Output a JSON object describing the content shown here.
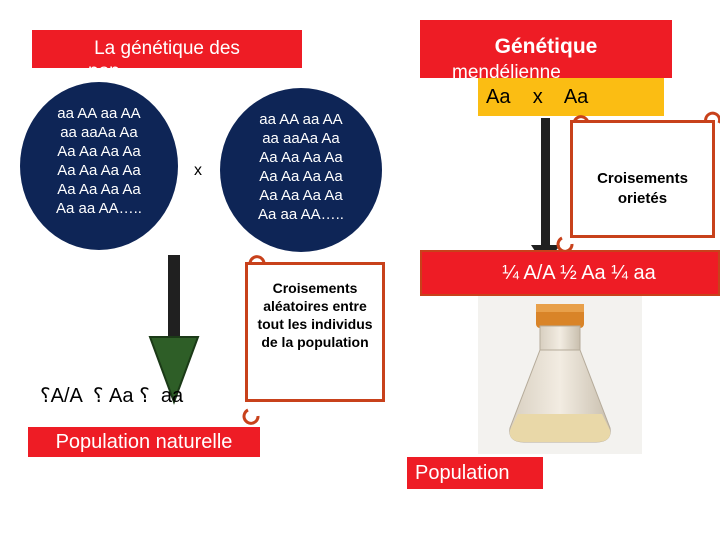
{
  "left_title": {
    "text": "La génétique des",
    "overflow": "pop"
  },
  "right_title": {
    "text": "Génétique",
    "overflow": "mendélienne"
  },
  "cross_box": {
    "text": "Aa    x    Aa"
  },
  "left_population": {
    "lines": [
      "aa AA aa AA",
      "aa aaAa  Aa",
      "Aa Aa Aa Aa",
      "Aa Aa Aa Aa",
      "Aa Aa Aa Aa",
      "Aa aa AA….."
    ]
  },
  "right_population": {
    "lines": [
      "aa AA aa AA",
      "aa aaAa  Aa",
      "Aa Aa Aa Aa",
      "Aa Aa Aa Aa",
      "Aa Aa Aa Aa",
      "Aa aa AA….."
    ]
  },
  "cross_sign": "x",
  "random_scroll": {
    "text": "Croisements aléatoires entre tout les individus de la population"
  },
  "oriented_scroll": {
    "text": "Croisements orietés"
  },
  "left_result": "؟A/A  ؟ Aa ؟  aa",
  "right_result": "¼ A/A  ½ Aa  ¼ aa",
  "natural_label": "Population naturelle",
  "lab_label": "Population",
  "colors": {
    "red": "#ee1c25",
    "navy": "#0e2556",
    "orange_border": "#c8411b",
    "yellow": "#fbbd13",
    "arrow_green": "#2e5e27",
    "arrow_dark": "#202020"
  }
}
